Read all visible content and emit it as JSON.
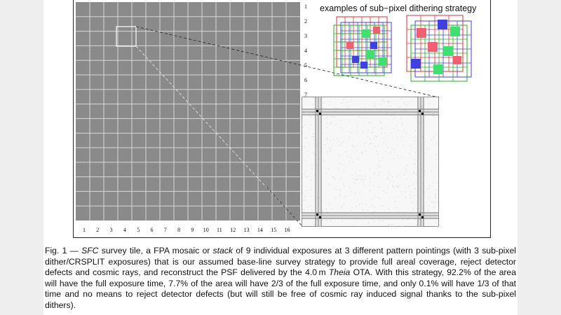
{
  "figure": {
    "title": "examples of sub−pixel dithering strategy",
    "col_numbers": [
      "1",
      "2",
      "3",
      "4",
      "5",
      "6",
      "7",
      "8",
      "9",
      "10",
      "11",
      "12",
      "13",
      "14",
      "15",
      "16"
    ],
    "row_numbers": [
      "1",
      "2",
      "3",
      "4",
      "5",
      "6",
      "7"
    ],
    "grid": {
      "fill": "#8a8a8a",
      "lines": "#d8d8d8"
    },
    "dither_colors": {
      "red": "#e03030",
      "blue": "#4040e0",
      "green": "#20b020",
      "pink": "#f06070",
      "cyan": "#40e070"
    }
  },
  "caption": {
    "lead": "Fig. 1 — ",
    "sfc": "SFC",
    "part1": " survey tile, a FPA mosaic or ",
    "stack": "stack",
    "part2": " of 9 individual exposures at 3 different pattern pointings (with 3 sub-pixel dither/CRSPLIT exposures) that is our assumed base-line survey strategy to provide full areal coverage, reject detector defects and cosmic rays, and reconstruct the PSF delivered by the 4.0 m ",
    "theia": "Theia",
    "part3": " OTA. With this strategy, 92.2% of the area will have the full exposure time, 7.7% of the area will have 2/3 of the full exposure time, and only 0.1% will have 1/3 of that time and no means to reject detector defects (but will still be free of cosmic ray induced signal thanks to the sub-pixel dithers)."
  }
}
